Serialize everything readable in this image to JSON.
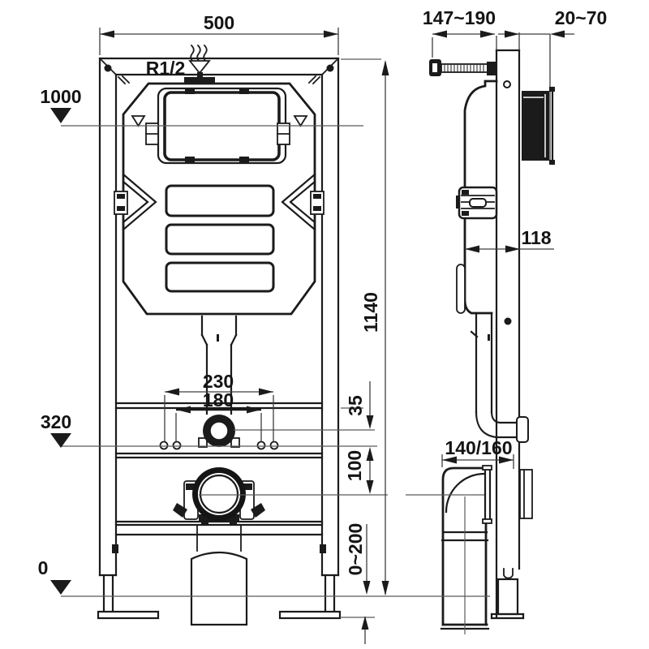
{
  "drawing": {
    "type": "installation-dimension-drawing",
    "views": [
      "front-view",
      "side-view"
    ]
  },
  "colors": {
    "background": "#ffffff",
    "line": "#1b1b1b",
    "dimension_line": "#3d3d3d"
  },
  "labels": {
    "width": "500",
    "inlet_thread": "R1/2",
    "water_level": "1000",
    "height": "1140",
    "fixing_spacing_outer": "230",
    "fixing_spacing_inner": "180",
    "outlet_datum": "320",
    "flush_pipe_offset": "35",
    "outlet_offset": "100",
    "floor": "0",
    "rod_length": "147~190",
    "wall_distance": "20~70",
    "depth": "118",
    "outlet_bend": "140/160",
    "leg_adjustment": "0~200"
  }
}
